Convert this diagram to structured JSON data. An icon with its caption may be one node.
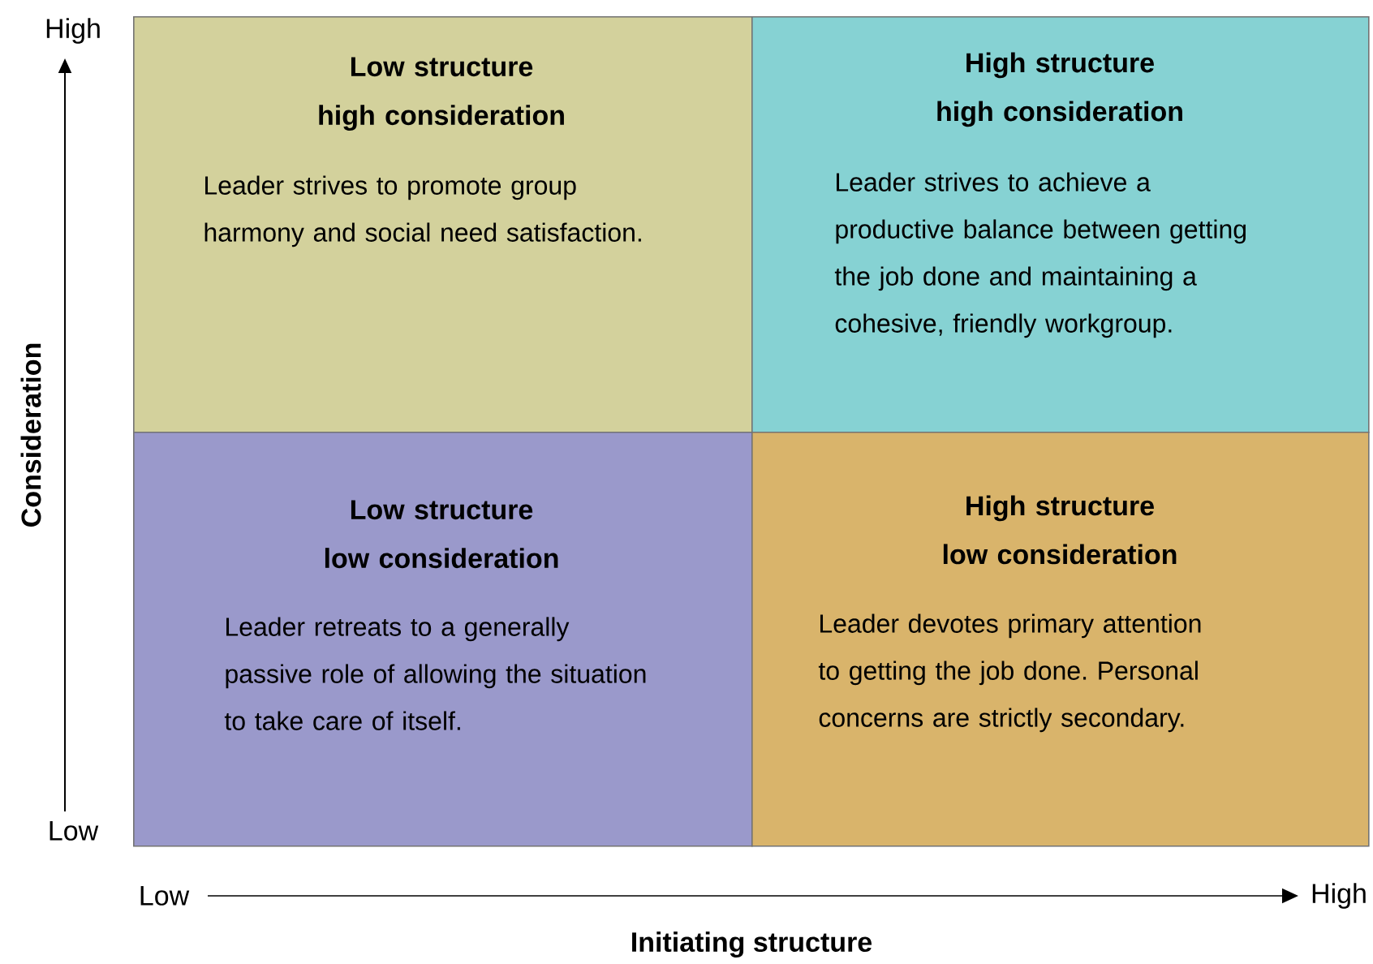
{
  "diagram": {
    "nodes": [
      {
        "text": [
          "Low structure high consideration",
          "Leader strives to promote group harmony and social need satisfaction."
        ]
      },
      {
        "text": [
          "High structure high consideration",
          "Leader strives to achieve a productive balance between getting the job done and maintaining a cohesive, friendly workgroup."
        ]
      },
      {
        "text": [
          "Low structure low consideration",
          "Leader retreats to a generally passive role of allowing the situation to take care of itself."
        ]
      },
      {
        "text": [
          "High structure low consideration",
          "Leader devotes primary attention to getting the job done. Personal concerns are strictly secondary."
        ]
      }
    ],
    "edges": [],
    "labels": [
      "High",
      "Consideration",
      "Low",
      "Low",
      "High",
      "Initiating structure"
    ]
  }
}
